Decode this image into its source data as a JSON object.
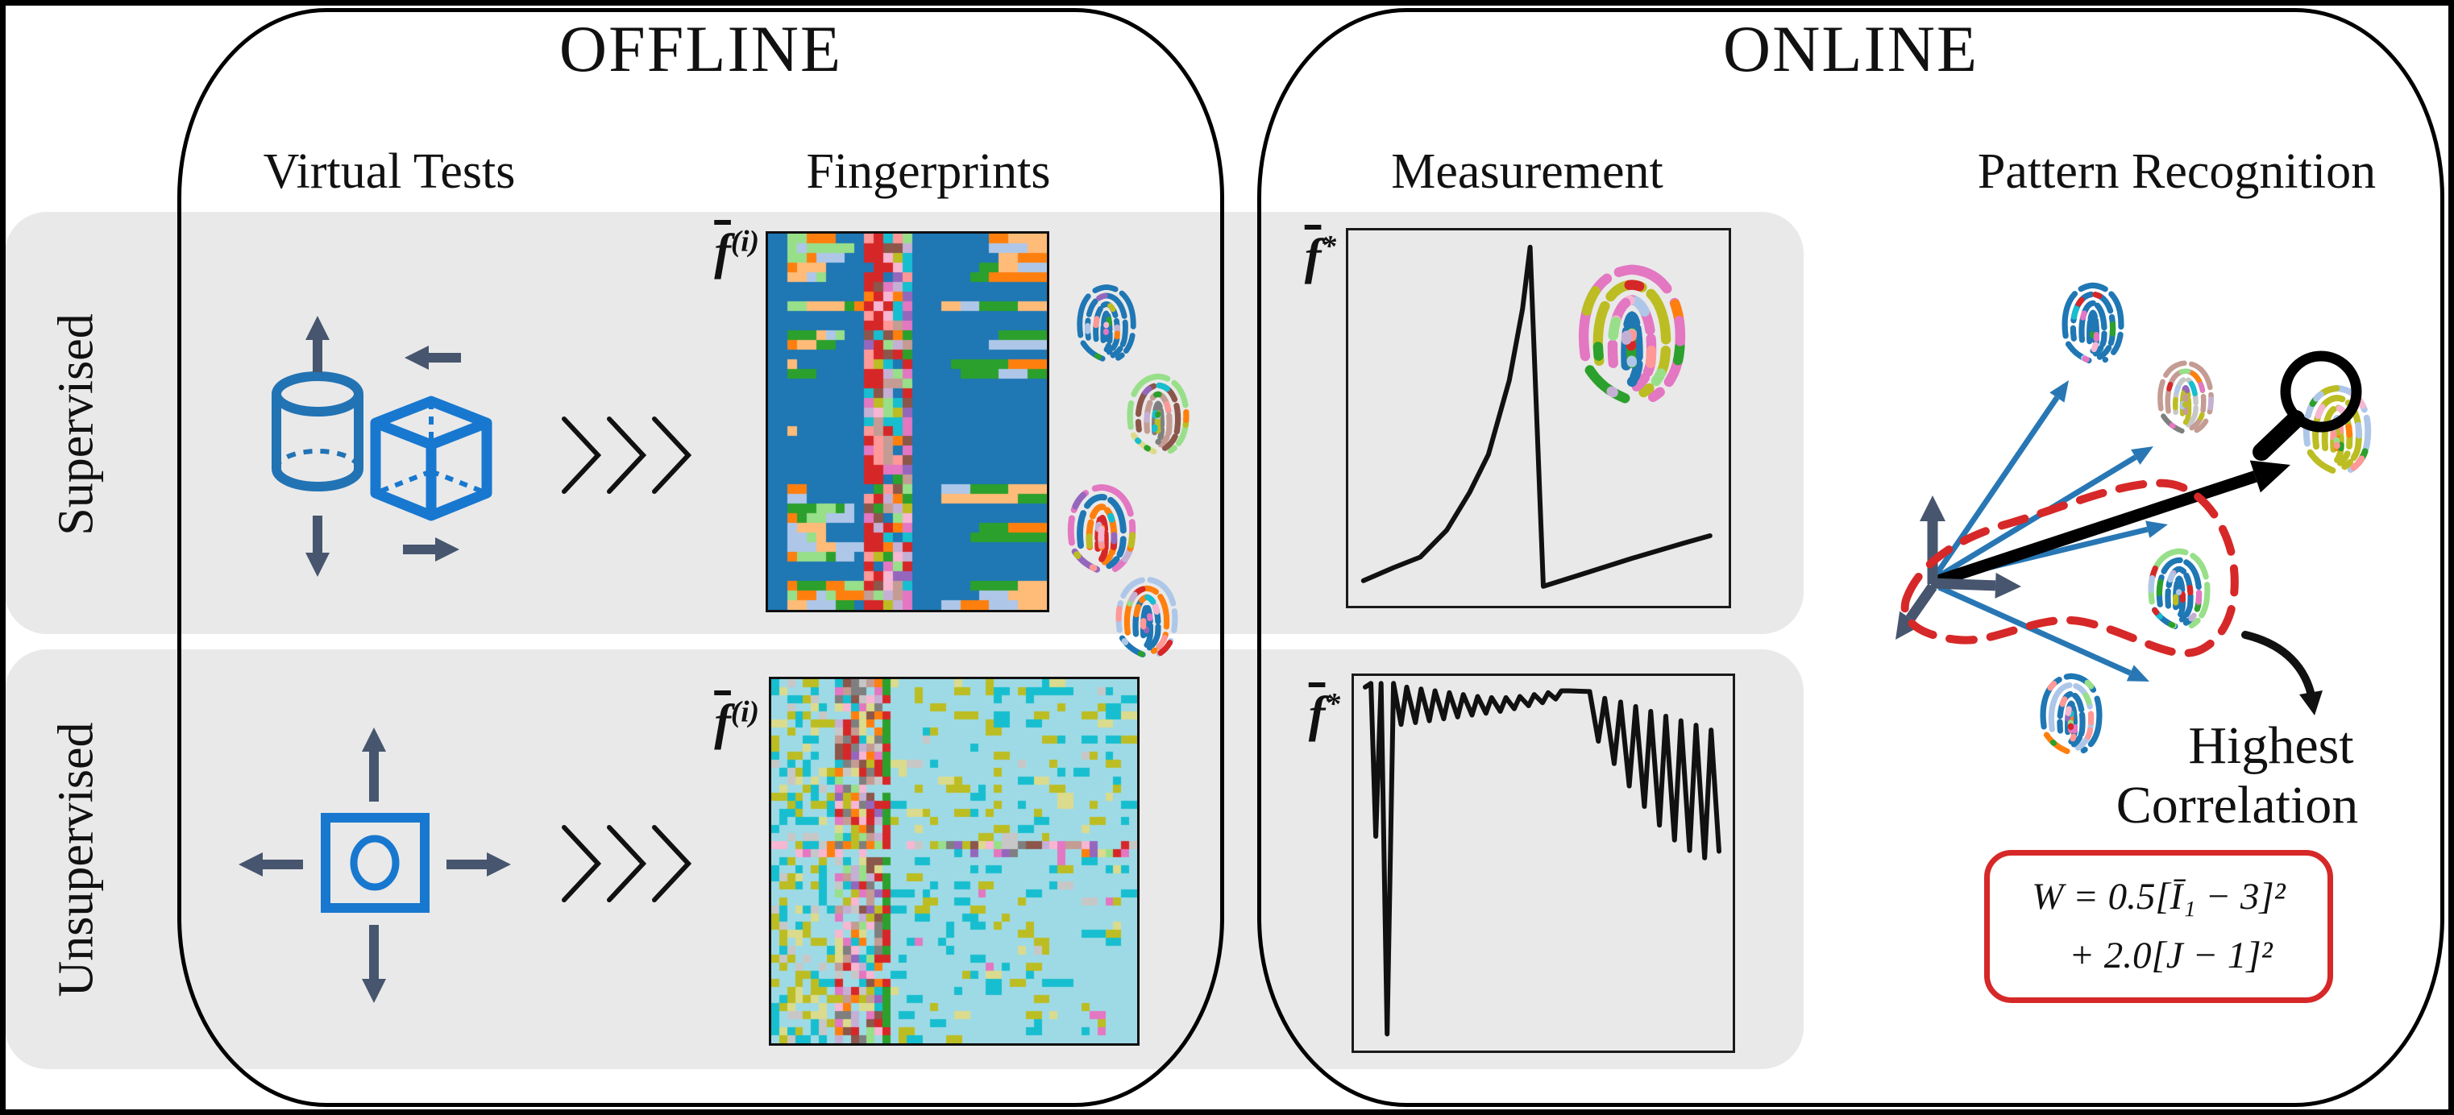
{
  "offline": {
    "title": "OFFLINE",
    "columns": [
      {
        "id": "virtual-tests",
        "label": "Virtual Tests"
      },
      {
        "id": "fingerprints",
        "label": "Fingerprints"
      }
    ]
  },
  "online": {
    "title": "ONLINE",
    "columns": [
      {
        "id": "measurement",
        "label": "Measurement"
      },
      {
        "id": "pattern-recognition",
        "label": "Pattern Recognition"
      }
    ]
  },
  "rows": [
    {
      "id": "supervised",
      "label": "Supervised"
    },
    {
      "id": "unsupervised",
      "label": "Unsupervised"
    }
  ],
  "math_labels": {
    "offline_supervised": {
      "base": "f",
      "sup": "(i)"
    },
    "offline_unsupervised": {
      "base": "f",
      "sup": "(i)"
    },
    "online_supervised": {
      "base": "f",
      "sup": "*"
    },
    "online_unsupervised": {
      "base": "f",
      "sup": "*"
    }
  },
  "pattern_recognition": {
    "annotation": [
      "Highest",
      "Correlation"
    ],
    "equation": [
      "W = 0.5[Ī₁ − 3]²",
      "+ 2.0[J − 1]²"
    ]
  },
  "icons": [
    "cylinder-specimen-icon",
    "cube-specimen-icon",
    "square-specimen-icon",
    "stretch-arrow-icon",
    "triple-chevron-icon",
    "fingerprint-icon",
    "coordinate-axes-icon",
    "magnifier-icon",
    "cluster-outline",
    "callout-arrow"
  ],
  "fingerprints": {
    "offline_supervised_count": 4,
    "online_supervised_measurement_count": 1,
    "pattern_recognition_count": 5
  },
  "colors": {
    "band_gray": "#e9e9e9",
    "box_stroke": "#000000",
    "cylinder_blue": "#2273b4",
    "cube_blue": "#1878cf",
    "arrow_slate": "#47566e",
    "vector_blue": "#2877b4",
    "accent_red": "#d62828",
    "fingerprint_blue": "#1f77b4",
    "heatmap1_bg": "#1f77b4",
    "heatmap2_bg": "#9edae5",
    "curve_black": "#111111"
  },
  "chart_data": [
    {
      "type": "line",
      "id": "supervised-measurement-curve",
      "title": "",
      "xlabel": "",
      "ylabel": "",
      "axes": "frame-only-no-ticks",
      "points_normalized": [
        [
          0.04,
          0.935
        ],
        [
          0.12,
          0.9
        ],
        [
          0.19,
          0.872
        ],
        [
          0.26,
          0.8
        ],
        [
          0.32,
          0.7
        ],
        [
          0.37,
          0.598
        ],
        [
          0.425,
          0.4
        ],
        [
          0.46,
          0.21
        ],
        [
          0.48,
          0.045
        ],
        [
          0.515,
          0.95
        ],
        [
          0.61,
          0.92
        ],
        [
          0.75,
          0.875
        ],
        [
          0.885,
          0.835
        ],
        [
          0.955,
          0.815
        ]
      ]
    },
    {
      "type": "line",
      "id": "unsupervised-measurement-curve",
      "title": "",
      "xlabel": "",
      "ylabel": "",
      "axes": "frame-only-no-ticks",
      "points_normalized": [
        [
          0.03,
          0.03
        ],
        [
          0.045,
          0.02
        ],
        [
          0.058,
          0.43
        ],
        [
          0.072,
          0.02
        ],
        [
          0.088,
          0.96
        ],
        [
          0.105,
          0.02
        ],
        [
          0.125,
          0.13
        ],
        [
          0.14,
          0.03
        ],
        [
          0.163,
          0.125
        ],
        [
          0.178,
          0.035
        ],
        [
          0.2,
          0.12
        ],
        [
          0.215,
          0.04
        ],
        [
          0.238,
          0.115
        ],
        [
          0.253,
          0.045
        ],
        [
          0.275,
          0.11
        ],
        [
          0.29,
          0.05
        ],
        [
          0.313,
          0.105
        ],
        [
          0.328,
          0.055
        ],
        [
          0.35,
          0.1
        ],
        [
          0.365,
          0.058
        ],
        [
          0.388,
          0.095
        ],
        [
          0.403,
          0.058
        ],
        [
          0.425,
          0.088
        ],
        [
          0.44,
          0.055
        ],
        [
          0.463,
          0.08
        ],
        [
          0.478,
          0.05
        ],
        [
          0.5,
          0.072
        ],
        [
          0.515,
          0.045
        ],
        [
          0.535,
          0.062
        ],
        [
          0.55,
          0.04
        ],
        [
          0.57,
          0.04
        ],
        [
          0.625,
          0.042
        ],
        [
          0.648,
          0.175
        ],
        [
          0.665,
          0.06
        ],
        [
          0.69,
          0.235
        ],
        [
          0.707,
          0.07
        ],
        [
          0.73,
          0.295
        ],
        [
          0.747,
          0.082
        ],
        [
          0.77,
          0.35
        ],
        [
          0.787,
          0.095
        ],
        [
          0.81,
          0.4
        ],
        [
          0.827,
          0.108
        ],
        [
          0.85,
          0.44
        ],
        [
          0.867,
          0.12
        ],
        [
          0.89,
          0.468
        ],
        [
          0.907,
          0.132
        ],
        [
          0.93,
          0.488
        ],
        [
          0.947,
          0.145
        ],
        [
          0.968,
          0.47
        ]
      ]
    },
    {
      "type": "heatmap",
      "id": "supervised-fingerprint-matrix",
      "cols": 29,
      "rows": 39,
      "background": "#1f77b4",
      "left_palette": [
        "#aec7e8",
        "#ff7f0e",
        "#ffbb78",
        "#2ca02c",
        "#98df8a"
      ],
      "mid_palette": [
        "#d62728",
        "#ff9896",
        "#e377c2",
        "#9467bd",
        "#c5b0d5",
        "#8c564b",
        "#2ca02c",
        "#ff7f0e",
        "#17becf",
        "#f7b6d2",
        "#bcbd22",
        "#c49c94",
        "#98df8a"
      ],
      "right_palette": [
        "#aec7e8",
        "#ff7f0e",
        "#ffbb78",
        "#2ca02c"
      ]
    },
    {
      "type": "heatmap",
      "id": "unsupervised-fingerprint-matrix",
      "cols": 46,
      "rows": 45,
      "background": "#9edae5",
      "sparse_palette": [
        "#17becf",
        "#bcbd22",
        "#dbdb8d",
        "#c7c7c7"
      ],
      "dense_palette": [
        "#e377c2",
        "#f7b6d2",
        "#c7c7c7",
        "#7f7f7f",
        "#9467bd",
        "#c5b0d5",
        "#8c564b",
        "#c49c94",
        "#d62728",
        "#bcbd22",
        "#dbdb8d",
        "#17becf",
        "#ff7f0e",
        "#98df8a"
      ]
    }
  ]
}
